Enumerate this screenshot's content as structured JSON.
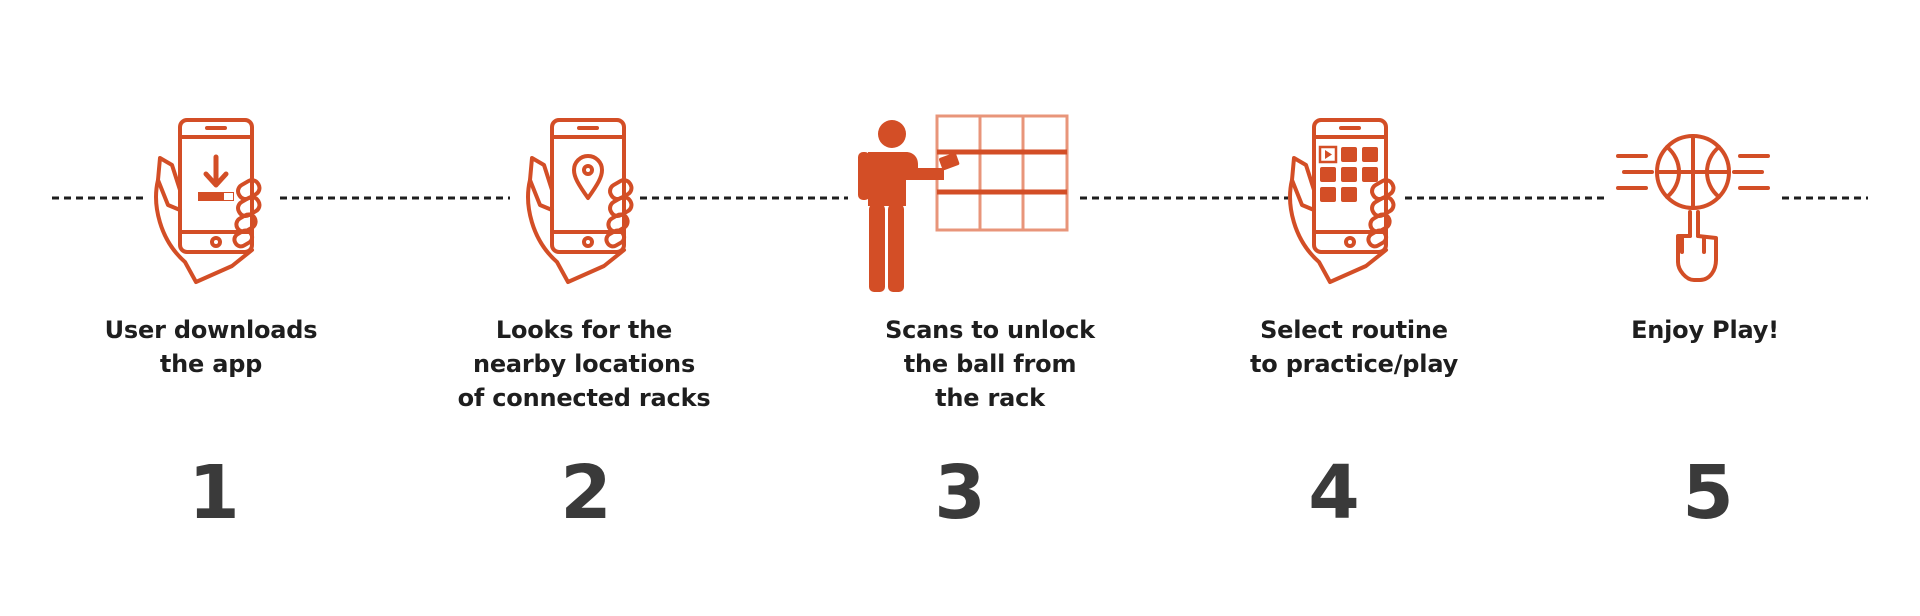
{
  "colors": {
    "accent": "#d34e26",
    "accent_light": "#e8957a",
    "text": "#1e1e1e",
    "number": "#3a3a3a",
    "connector": "#1e1e1e"
  },
  "steps": [
    {
      "number": "1",
      "label_line1": "User downloads",
      "label_line2": "the app",
      "label_line3": "",
      "icon": "phone-download-icon"
    },
    {
      "number": "2",
      "label_line1": "Looks for the",
      "label_line2": "nearby locations",
      "label_line3": "of connected racks",
      "icon": "phone-location-icon"
    },
    {
      "number": "3",
      "label_line1": "Scans to unlock",
      "label_line2": "the ball from",
      "label_line3": "the rack",
      "icon": "person-scanning-rack-icon"
    },
    {
      "number": "4",
      "label_line1": "Select routine",
      "label_line2": "to practice/play",
      "label_line3": "",
      "icon": "phone-apps-icon"
    },
    {
      "number": "5",
      "label_line1": "Enjoy Play!",
      "label_line2": "",
      "label_line3": "",
      "icon": "basketball-spin-icon"
    }
  ]
}
